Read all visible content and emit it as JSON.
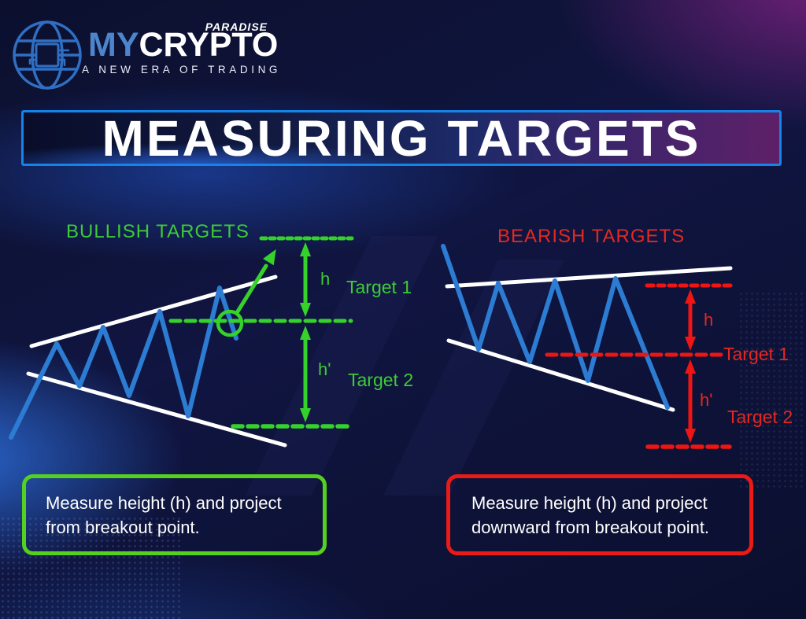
{
  "logo": {
    "globe_icon": "globe-circuit-icon",
    "paradise": "PARADISE",
    "brand_my": "MY",
    "brand_crypto": "CRYPTO",
    "tagline": "A NEW ERA OF TRADING"
  },
  "banner": {
    "title": "MEASURING TARGETS"
  },
  "bullish": {
    "heading": "BULLISH TARGETS",
    "h": "h",
    "h_prime": "h'",
    "target_1": "Target 1",
    "target_2": "Target 2",
    "note": "Measure height (h) and project from breakout point."
  },
  "bearish": {
    "heading": "BEARISH TARGETS",
    "h": "h",
    "h_prime": "h'",
    "target_1": "Target 1",
    "target_2": "Target 2",
    "note": "Measure height (h) and project downward from breakout point."
  },
  "colors": {
    "background_navy": "#0d1134",
    "accent_purple": "#671f70",
    "accent_blue_glow": "#1e55b4",
    "banner_border_blue": "#1583e8",
    "logo_blue": "#4d85cd",
    "bullish_green": "#35d22b",
    "bearish_red": "#ee1512",
    "pattern_blue": "#2b7cd2",
    "trendline_white": "#ffffff"
  }
}
